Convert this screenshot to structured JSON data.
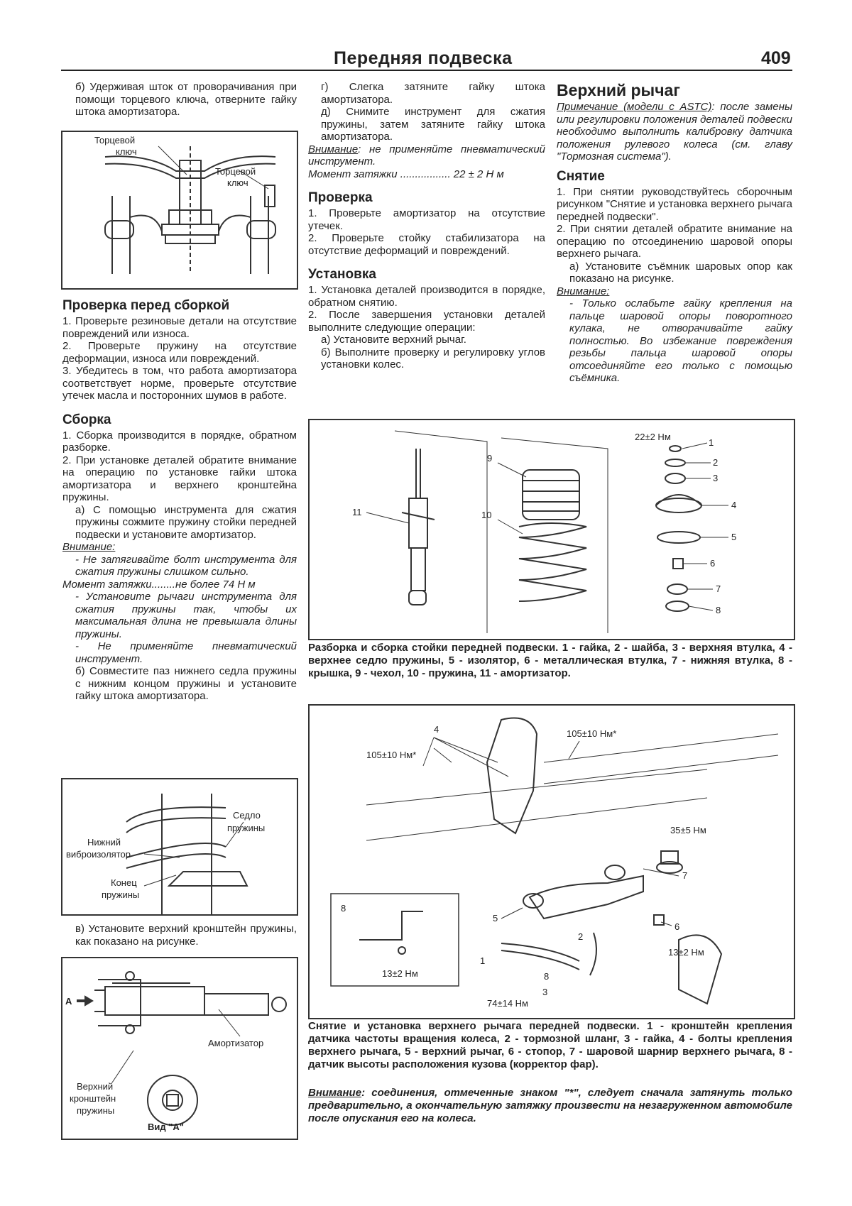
{
  "header": {
    "title": "Передняя подвеска",
    "page": "409"
  },
  "col1": {
    "intro": "б) Удерживая шток от проворачивания при помощи торцевого ключа, отверните гайку штока амортизатора.",
    "fig_wrench": {
      "label1": "Торцевой",
      "label1b": "ключ",
      "label2": "Торцевой",
      "label2b": "ключ"
    },
    "check_before": {
      "title": "Проверка перед сборкой",
      "p1": "1. Проверьте резиновые детали на отсутствие повреждений или износа.",
      "p2": "2. Проверьте пружину на отсутствие деформации, износа или повреждений.",
      "p3": "3. Убедитесь в том, что работа амортизатора соответствует норме, проверьте отсутствие утечек масла и посторонних шумов в работе."
    },
    "assembly": {
      "title": "Сборка",
      "p1": "1. Сборка производится в порядке, обратном разборке.",
      "p2": "2. При установке деталей обратите внимание на операцию по установке гайки штока амортизатора и верхнего кронштейна пружины.",
      "p3": "а) С помощью инструмента для сжатия пружины сожмите пружину стойки передней подвески и установите амортизатор.",
      "warn_label": "Внимание:",
      "w1": "- Не затягивайте болт инструмента для сжатия пружины слишком сильно.",
      "torque": "Момент затяжки........не более 74 Н м",
      "w2": "- Установите рычаги инструмента для сжатия пружины так, чтобы их максимальная длина не превышала длины пружины.",
      "w3": "- Не применяйте пневматический инструмент.",
      "p4": "б) Совместите паз нижнего седла пружины с нижним концом пружины и установите гайку штока амортизатора."
    },
    "fig_spring": {
      "l1": "Седло",
      "l1b": "пружины",
      "l2": "Нижний",
      "l2b": "виброизолятор",
      "l3": "Конец",
      "l3b": "пружины"
    },
    "p5": "в) Установите верхний кронштейн пружины, как показано на рисунке.",
    "fig_bracket": {
      "arrow": "А",
      "l1": "Амортизатор",
      "l2": "Верхний",
      "l2b": "кронштейн",
      "l2c": "пружины",
      "view": "Вид \"А\""
    }
  },
  "col2": {
    "g": "г) Слегка затяните гайку штока амортизатора.",
    "d": "д) Снимите инструмент для сжатия пружины, затем затяните гайку штока амортизатора.",
    "warn_label": "Внимание",
    "warn_text": ": не применяйте пневматический инструмент.",
    "torque": "Момент затяжки ................. 22 ± 2 Н м",
    "check": {
      "title": "Проверка",
      "p1": "1. Проверьте амортизатор на отсутствие утечек.",
      "p2": "2. Проверьте стойку стабилизатора на отсутствие деформаций и повреждений."
    },
    "install": {
      "title": "Установка",
      "p1": "1. Установка деталей производится в порядке, обратном снятию.",
      "p2": "2. После завершения установки деталей выполните следующие операции:",
      "a": "а) Установите верхний рычаг.",
      "b": "б) Выполните проверку и регулировку углов установки колес."
    }
  },
  "col3": {
    "title": "Верхний рычаг",
    "note_label": "Примечание (модели с ASTC)",
    "note_text": ": после замены или регулировки положения деталей подвески необходимо выполнить калибровку датчика положения рулевого колеса (см. главу \"Тормозная система\").",
    "removal": {
      "title": "Снятие",
      "p1": "1. При снятии руководствуйтесь сборочным рисунком \"Снятие и установка верхнего рычага передней подвески\".",
      "p2": "2. При снятии деталей обратите внимание на операцию по отсоединению шаровой опоры верхнего рычага.",
      "a": "а) Установите съёмник шаровых опор как показано на рисунке.",
      "warn_label": "Внимание:",
      "warn_text": "- Только ослабьте гайку крепления на пальце шаровой опоры поворотного кулака, не отворачивайте гайку полностью. Во избежание повреждения резьбы пальца шаровой опоры отсоединяйте его только с помощью съёмника."
    }
  },
  "fig_strut": {
    "torque": "22±2 Нм",
    "n1": "1",
    "n2": "2",
    "n3": "3",
    "n4": "4",
    "n5": "5",
    "n6": "6",
    "n7": "7",
    "n8": "8",
    "n9": "9",
    "n10": "10",
    "n11": "11",
    "caption": "Разборка и сборка стойки передней подвески. 1 - гайка, 2 - шайба, 3 - верхняя втулка, 4 - верхнее седло пружины, 5 - изолятор, 6 - металлическая втулка, 7 - нижняя втулка, 8 - крышка, 9 - чехол, 10 - пружина, 11 - амортизатор."
  },
  "fig_arm": {
    "t1": "105±10 Нм*",
    "t2": "105±10 Нм*",
    "t3": "35±5 Нм",
    "t4": "13±2 Нм",
    "t5": "13±2 Нм",
    "t6": "74±14 Нм",
    "n1": "1",
    "n2": "2",
    "n3": "3",
    "n4": "4",
    "n5": "5",
    "n6": "6",
    "n7": "7",
    "n8": "8",
    "n8b": "8",
    "caption": "Снятие и установка верхнего рычага передней подвески. 1 - кронштейн крепления датчика частоты вращения колеса, 2 - тормозной шланг, 3 - гайка, 4 - болты крепления верхнего рычага, 5 - верхний рычаг, 6 - стопор, 7 - шаровой шарнир верхнего рычага, 8 - датчик высоты расположения кузова (корректор фар).",
    "warn_label": "Внимание",
    "warn_text": ": соединения, отмеченные знаком \"*\", следует сначала затянуть только предварительно, а окончательную затяжку произвести на незагруженном автомобиле после опускания его на колеса."
  }
}
